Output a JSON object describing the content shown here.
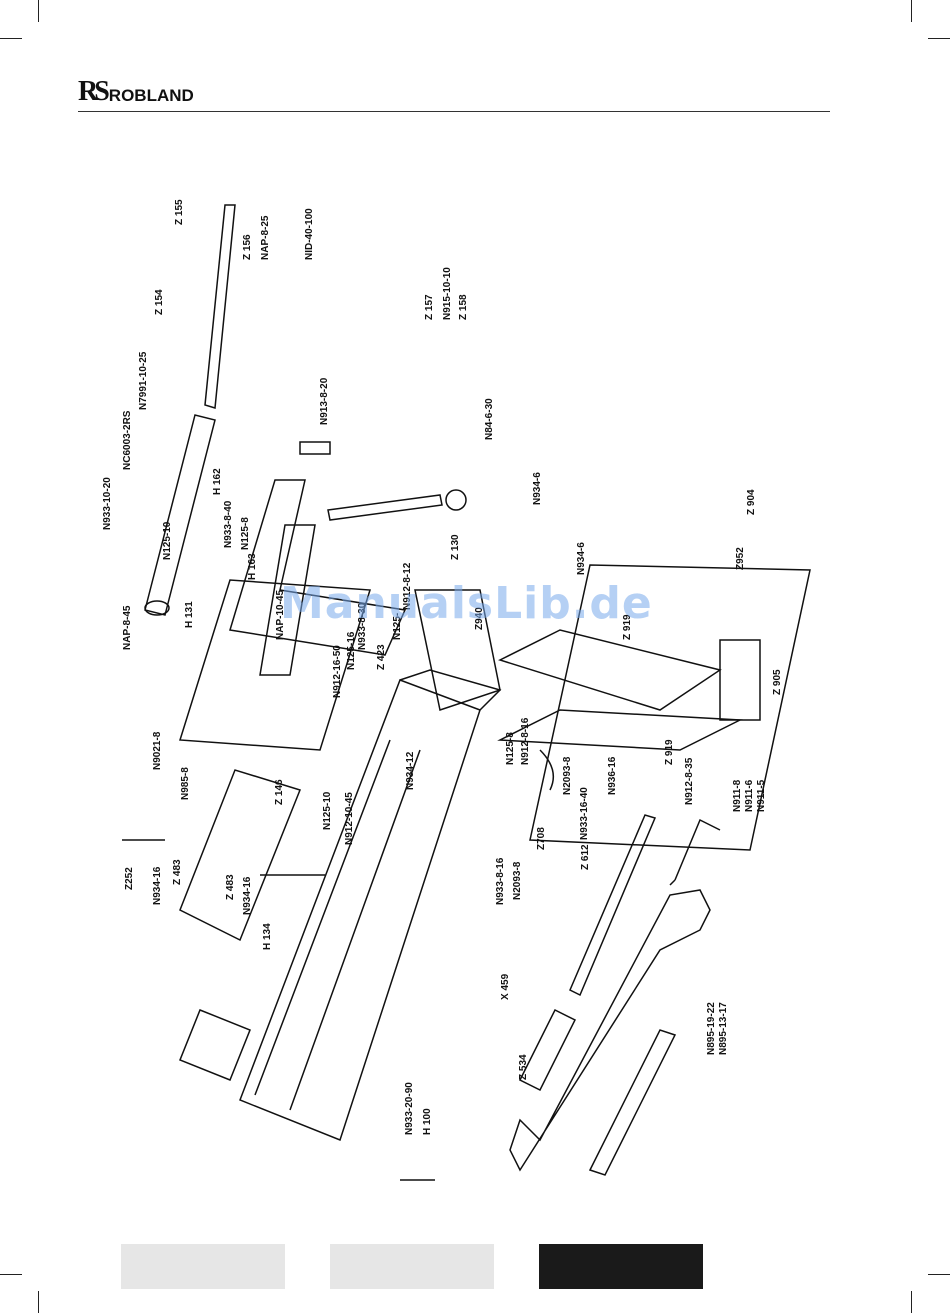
{
  "brand": {
    "mark": "RS",
    "name": "ROBLAND"
  },
  "watermark": "ManualsLib.de",
  "colors": {
    "footer_light": "#e6e6e6",
    "footer_dark": "#1a1a1a"
  },
  "labels": {
    "Z155": "Z 155",
    "Z156": "Z 156",
    "NAP825": "NAP-8-25",
    "NID40100": "NID-40-100",
    "Z154": "Z 154",
    "N79911025": "N7991-10-25",
    "NC60032RS": "NC6003-2RS",
    "N9331020": "N933-10-20",
    "N12510": "N125-10",
    "Z157": "Z 157",
    "Z158": "Z 158",
    "N9151010": "N915-10-10",
    "N913820": "N913-8-20",
    "H162": "H 162",
    "N933840": "N933-8-40",
    "N1258a": "N125-8",
    "H163": "H 163",
    "N84630": "N84-6-30",
    "N9346a": "N934-6",
    "N9346b": "N934-6",
    "Z904": "Z 904",
    "Z952": "Z952",
    "Z130": "Z 130",
    "Z940": "Z940",
    "H131": "H 131",
    "NAP845": "NAP-8-45",
    "N912812": "N912-8-12",
    "N933830": "N933-8-30",
    "N12516": "N125-16",
    "N9121650": "N912-16-50",
    "NAP1045": "NAP-10-45",
    "Z423": "Z 423",
    "N125p": "N125-",
    "Z919top": "Z 919",
    "Z905": "Z 905",
    "N90218": "N9021-8",
    "N9858": "N985-8",
    "Z146": "Z 146",
    "N12510b": "N125-10",
    "N9121045": "N912-10-45",
    "N93412": "N934-12",
    "N1258b": "N125-8",
    "N912816": "N912-8-16",
    "N20938a": "N2093-8",
    "N9331640": "N933-16-40",
    "N93616": "N936-16",
    "Z919": "Z 919",
    "N912835": "N912-8-35",
    "Z252": "Z252",
    "N93416a": "N934-16",
    "Z483a": "Z 483",
    "Z483b": "Z 483",
    "N93416b": "N934-16",
    "H134": "H 134",
    "N933816": "N933-8-16",
    "N20938b": "N2093-8",
    "Z708": "Z708",
    "Z612": "Z 612",
    "N9118": "N911-8",
    "N9116": "N911-6",
    "N9115": "N911-5",
    "X459": "X 459",
    "Z534": "Z 534",
    "N8951922": "N895-19-22",
    "N8951317": "N895-13-17",
    "N9332090": "N933-20-90",
    "H100": "H 100"
  }
}
